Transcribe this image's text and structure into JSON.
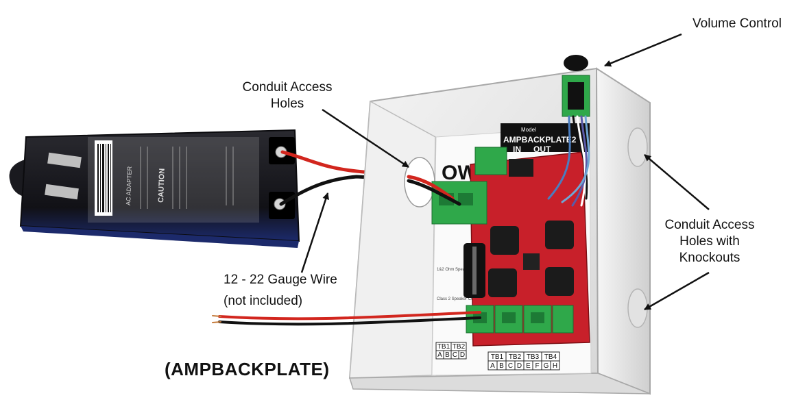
{
  "labels": {
    "volume_control": "Volume Control",
    "conduit_access_holes": "Conduit Access\nHoles",
    "conduit_knockouts": "Conduit Access\nHoles with\nKnockouts",
    "gauge_wire": "12 - 22 Gauge Wire",
    "not_included": "(not included)",
    "product_name": "(AMPBACKPLATE)"
  },
  "board": {
    "model_caption": "Model",
    "model_name": "AMPBACKPLATE2",
    "in_label": "IN",
    "out_label": "OUT",
    "brand_partial": "OW",
    "speaker_note": "1&2 Ohm Speaker Diagram",
    "class_note": "Class 2 Speaker Connection",
    "terminals": [
      {
        "name": "TB1",
        "pins": [
          "A",
          "B"
        ]
      },
      {
        "name": "TB2",
        "pins": [
          "C",
          "D"
        ]
      },
      {
        "name": "TB3",
        "pins": [
          "E",
          "F"
        ]
      },
      {
        "name": "TB4",
        "pins": [
          "G",
          "H"
        ]
      }
    ],
    "left_terminals": [
      {
        "name": "TB1",
        "pins": [
          "A",
          "B"
        ]
      },
      {
        "name": "TB2",
        "pins": [
          "C",
          "D"
        ]
      }
    ]
  },
  "adapter": {
    "heading": "AC ADAPTER",
    "caution": "CAUTION"
  },
  "colors": {
    "board_red": "#c8202a",
    "terminal_green": "#2fa84a",
    "box_white": "#ececec",
    "adapter_black": "#1a1a1f",
    "adapter_blue_edge": "#1c2a6b",
    "wire_red": "#d2261e",
    "wire_black": "#111111",
    "arrow": "#111111"
  }
}
